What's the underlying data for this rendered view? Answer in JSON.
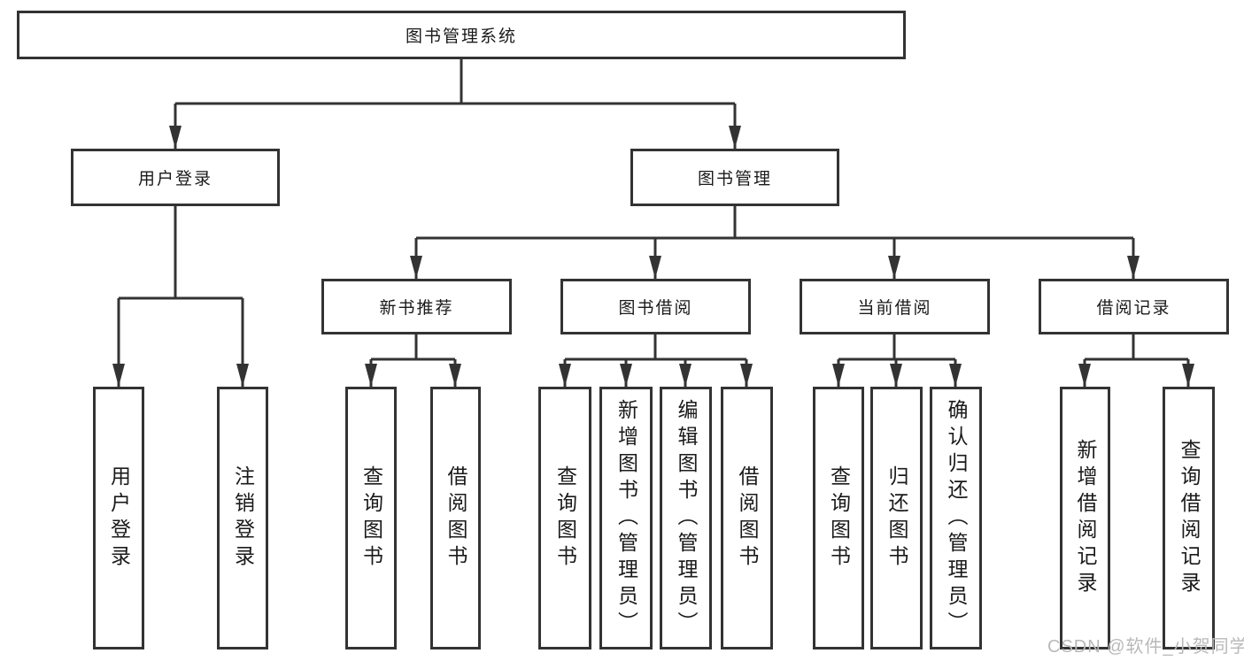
{
  "tree": {
    "label": "图书管理系统",
    "children": [
      {
        "label": "用户登录",
        "children": [
          {
            "label": "用户登录"
          },
          {
            "label": "注销登录"
          }
        ]
      },
      {
        "label": "图书管理",
        "children": [
          {
            "label": "新书推荐",
            "children": [
              {
                "label": "查询图书"
              },
              {
                "label": "借阅图书"
              }
            ]
          },
          {
            "label": "图书借阅",
            "children": [
              {
                "label": "查询图书"
              },
              {
                "label": "新增图书（管理员）"
              },
              {
                "label": "编辑图书（管理员）"
              },
              {
                "label": "借阅图书"
              }
            ]
          },
          {
            "label": "当前借阅",
            "children": [
              {
                "label": "查询图书"
              },
              {
                "label": "归还图书"
              },
              {
                "label": "确认归还（管理员）"
              }
            ]
          },
          {
            "label": "借阅记录",
            "children": [
              {
                "label": "新增借阅记录"
              },
              {
                "label": "查询借阅记录"
              }
            ]
          }
        ]
      }
    ]
  },
  "watermark": {
    "text": "CSDN @软件_小贺同学"
  },
  "colors": {
    "line": "#333333",
    "box_border": "#333333",
    "text": "#1a1a1a",
    "watermark": "#b9b9b9",
    "background": "#ffffff"
  }
}
